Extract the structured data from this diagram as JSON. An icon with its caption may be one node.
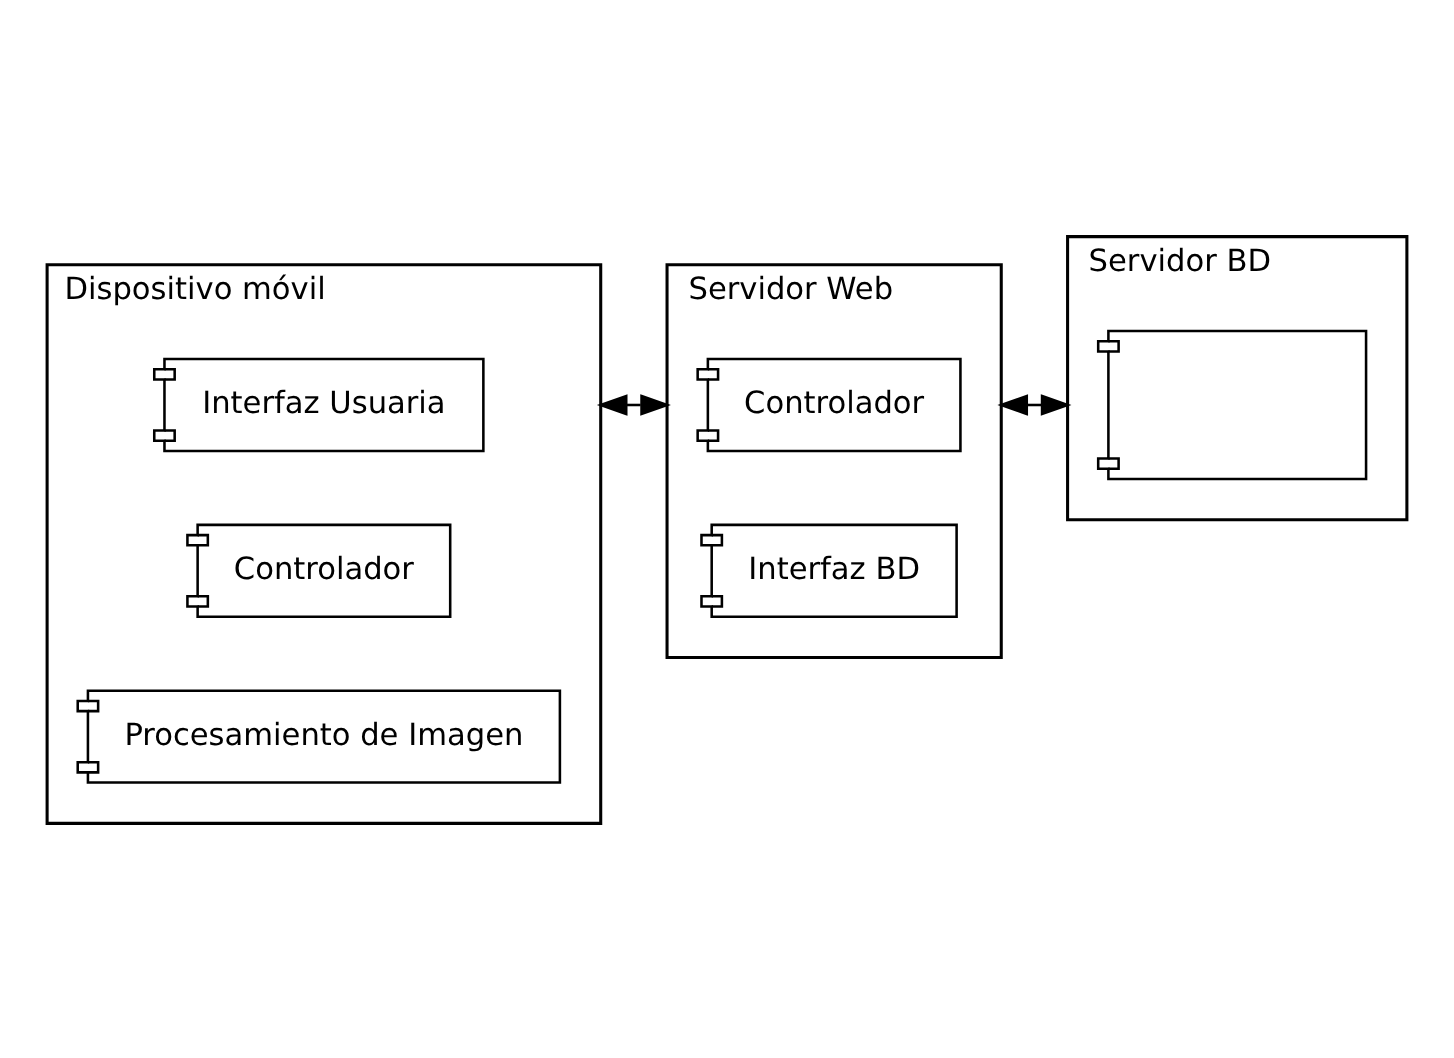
{
  "diagram": {
    "nodes": [
      {
        "text": [
          "Dispositivo móvil"
        ]
      },
      {
        "text": [
          "Interfaz Usuaria"
        ],
        "in": 0
      },
      {
        "text": [
          "Controlador"
        ],
        "in": 0
      },
      {
        "text": [
          "Procesamiento de Imagen"
        ],
        "in": 0
      },
      {
        "text": [
          "Servidor Web"
        ]
      },
      {
        "text": [
          "Controlador"
        ],
        "in": 4
      },
      {
        "text": [
          "Interfaz BD"
        ],
        "in": 4
      },
      {
        "text": [
          "Servidor BD"
        ]
      },
      {
        "text": [],
        "shape": "component",
        "in": 7
      }
    ],
    "edges": [
      {
        "from": 0,
        "to": 4,
        "arrow": "both"
      },
      {
        "from": 4,
        "to": 7,
        "arrow": "both"
      }
    ]
  }
}
